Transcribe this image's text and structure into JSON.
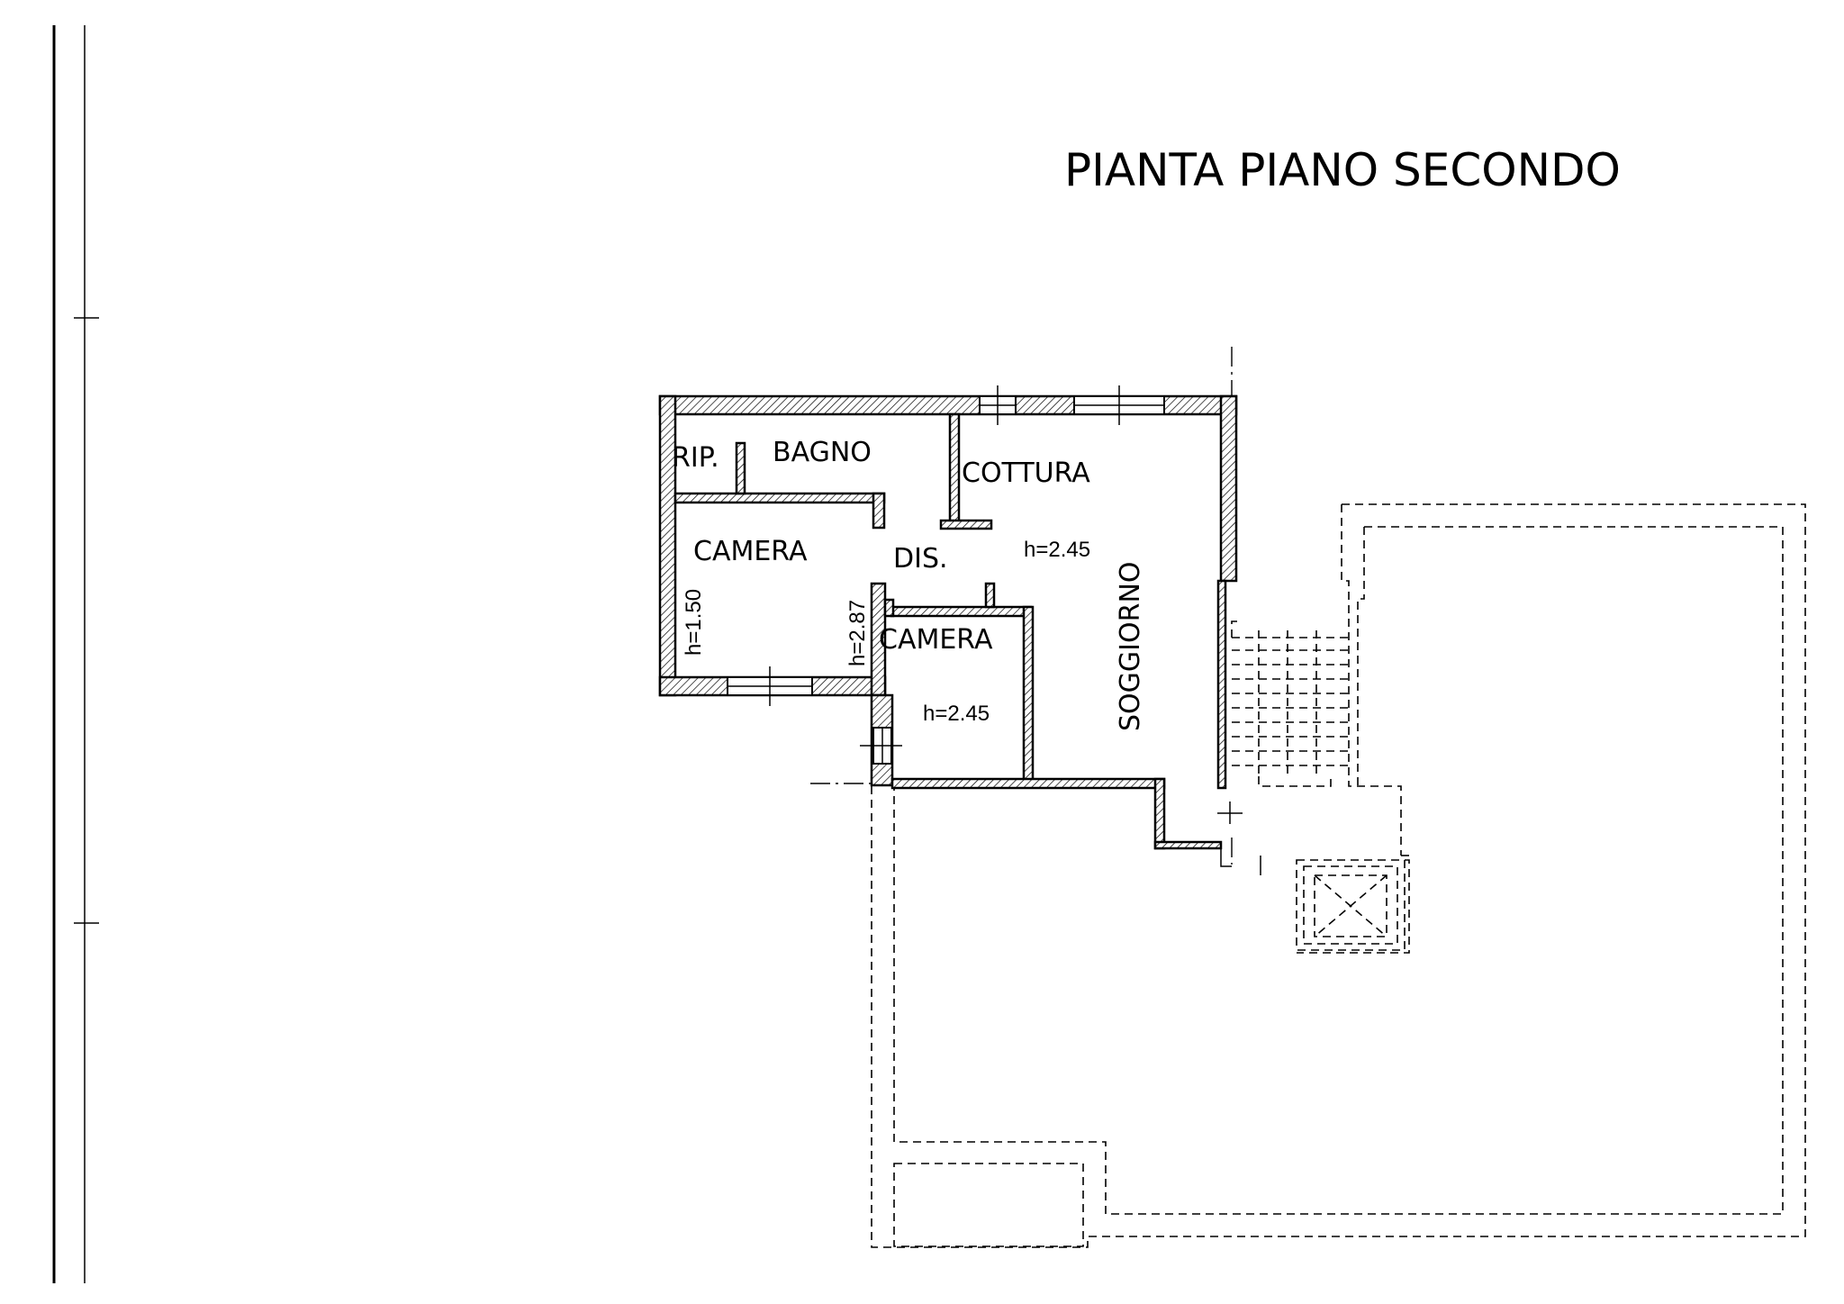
{
  "title": "PIANTA PIANO SECONDO",
  "rooms": {
    "rip": "RIP.",
    "bagno": "BAGNO",
    "cottura": "COTTURA",
    "camera_1": "CAMERA",
    "dis": "DIS.",
    "camera_2": "CAMERA",
    "soggiorno": "SOGGIORNO"
  },
  "heights": {
    "soggiorno": "h=2.45",
    "camera_1_low": "h=1.50",
    "camera_1_high": "h=2.87",
    "camera_2": "h=2.45"
  }
}
